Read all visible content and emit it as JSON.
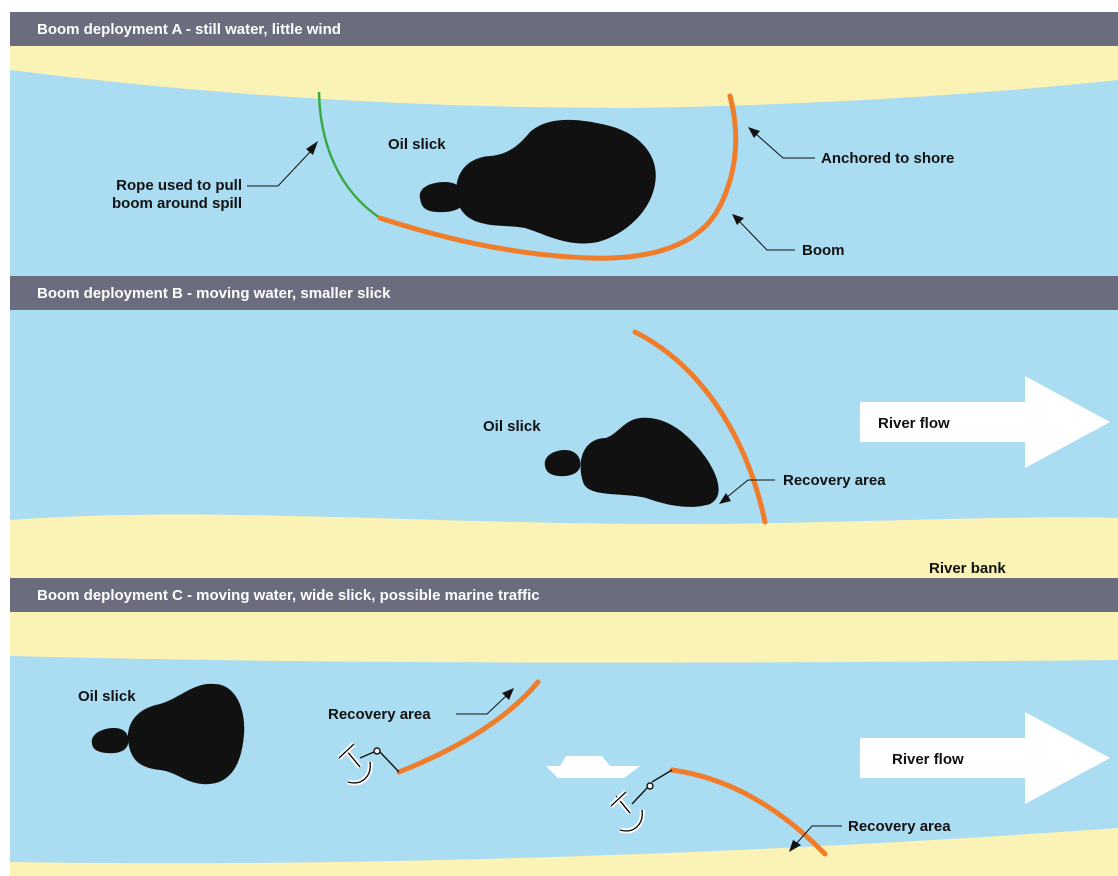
{
  "colors": {
    "header": "#6b6d7e",
    "water": "#aadcf2",
    "sand": "#fbf2b6",
    "oil": "#111111",
    "boom": "#f07d2a",
    "rope": "#3aaa48",
    "arrow": "#ffffff"
  },
  "panels": [
    {
      "title": "Boom deployment A - still water, little wind",
      "labels": {
        "oil_slick": "Oil slick",
        "rope_line1": "Rope used  to pull",
        "rope_line2": "boom around spill",
        "anchored": "Anchored to shore",
        "boom": "Boom"
      }
    },
    {
      "title": "Boom deployment B - moving water, smaller slick",
      "labels": {
        "oil_slick": "Oil slick",
        "river_flow": "River flow",
        "recovery_area": "Recovery area",
        "river_bank": "River bank"
      }
    },
    {
      "title": "Boom deployment C - moving water, wide slick, possible marine traffic",
      "labels": {
        "oil_slick": "Oil slick",
        "recovery_area_upper": "Recovery area",
        "recovery_area_lower": "Recovery area",
        "river_flow": "River flow"
      },
      "icons": [
        "anchor-icon",
        "boat-icon"
      ]
    }
  ]
}
